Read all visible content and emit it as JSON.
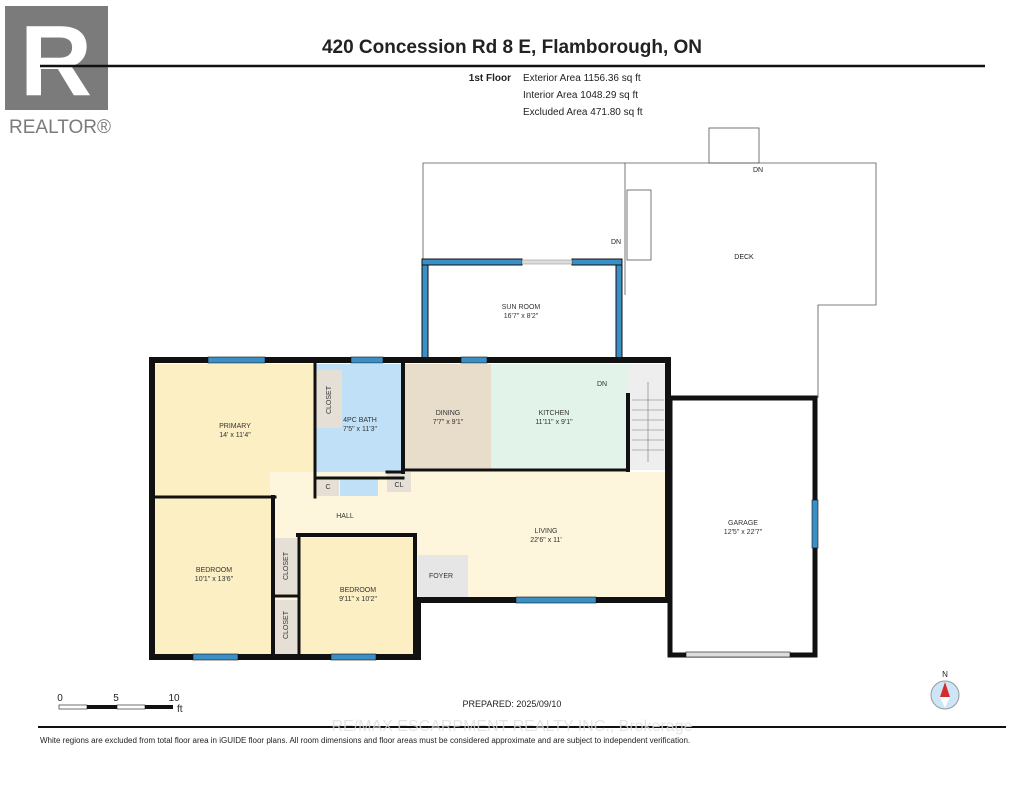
{
  "logo": {
    "text": "REALTOR®",
    "letter": "R"
  },
  "title": "420 Concession Rd 8 E, Flamborough, ON",
  "floor": {
    "name": "1st Floor",
    "exterior": "Exterior Area 1156.36 sq ft",
    "interior": "Interior Area 1048.29 sq ft",
    "excluded": "Excluded Area 471.80 sq ft"
  },
  "rooms": {
    "deck": {
      "name": "DECK"
    },
    "sunroom": {
      "name": "SUN ROOM",
      "dim": "16'7\" x 8'2\""
    },
    "primary": {
      "name": "PRIMARY",
      "dim": "14' x 11'4\""
    },
    "closet": "CLOSET",
    "bath": {
      "name": "4PC BATH",
      "dim": "7'5\" x 11'3\""
    },
    "dining": {
      "name": "DINING",
      "dim": "7'7\" x 9'1\""
    },
    "kitchen": {
      "name": "KITCHEN",
      "dim": "11'11\" x 9'1\""
    },
    "c": "C",
    "cl": "CL",
    "hall": "HALL",
    "living": {
      "name": "LIVING",
      "dim": "22'6\" x 11'"
    },
    "garage": {
      "name": "GARAGE",
      "dim": "12'5\" x 22'7\""
    },
    "bedroom1": {
      "name": "BEDROOM",
      "dim": "10'1\" x 13'6\""
    },
    "bedroom2": {
      "name": "BEDROOM",
      "dim": "9'11\" x 10'2\""
    },
    "foyer": "FOYER",
    "dn": "DN"
  },
  "scale": {
    "ticks": [
      "0",
      "5",
      "10"
    ],
    "unit": "ft"
  },
  "prepared": "PREPARED: 2025/09/10",
  "compass": "N",
  "watermark": "RE/MAX ESCARPMENT REALTY INC., Brokerage",
  "disclaimer": "White regions are excluded from total floor area in iGUIDE floor plans. All room dimensions and floor areas must be considered approximate and are subject to independent verification.",
  "colors": {
    "primary": "#fcefc4",
    "bath": "#bfe0f7",
    "dining": "#e8dccb",
    "kitchen": "#e2f4ea",
    "living": "#fdf6dc",
    "window": "#3a8fc7",
    "closet": "#e5dfd5"
  }
}
